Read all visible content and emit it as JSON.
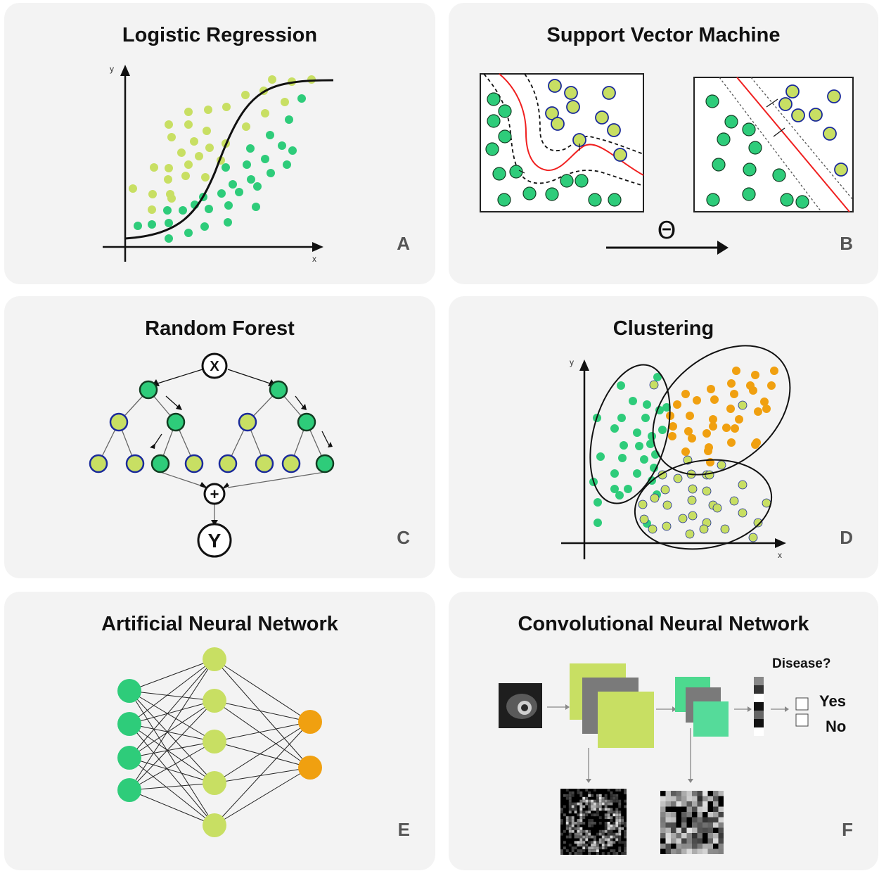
{
  "panels": {
    "a": {
      "title": "Logistic Regression",
      "letter": "A",
      "x_axis": "x",
      "y_axis": "y"
    },
    "b": {
      "title": "Support Vector Machine",
      "letter": "B",
      "symbol": "Θ"
    },
    "c": {
      "title": "Random Forest",
      "letter": "C",
      "input_node": "X",
      "combine_node": "+",
      "output_node": "Y"
    },
    "d": {
      "title": "Clustering",
      "letter": "D",
      "x_axis": "x",
      "y_axis": "y"
    },
    "e": {
      "title": "Artificial Neural Network",
      "letter": "E"
    },
    "f": {
      "title": "Convolutional Neural Network",
      "letter": "F",
      "question": "Disease?",
      "option_yes": "Yes",
      "option_no": "No"
    }
  },
  "colors": {
    "panel_bg": "#f3f3f3",
    "dark_green": "#2ecc7a",
    "light_green": "#c8df63",
    "orange": "#f0a010",
    "node_outline_blue": "#1a2a9a",
    "boundary_red": "#f02020"
  }
}
